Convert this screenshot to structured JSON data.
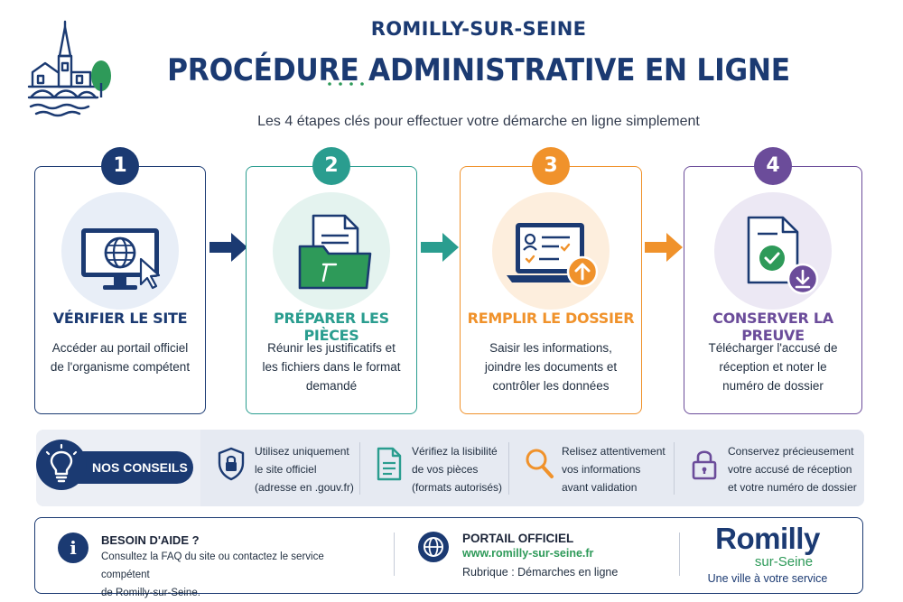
{
  "header": {
    "city": "ROMILLY-SUR-SEINE",
    "title": "PROCÉDURE ADMINISTRATIVE EN LIGNE",
    "subtitle": "Les 4 étapes clés pour effectuer votre démarche en ligne simplement"
  },
  "steps": [
    {
      "number": "1",
      "title": "VÉRIFIER LE SITE",
      "desc": [
        "Accéder au portail officiel",
        "de l'organisme compétent"
      ],
      "icon": "monitor-globe-icon",
      "color": "#1b3a72",
      "bg": "#e8eef7"
    },
    {
      "number": "2",
      "title": "PRÉPARER LES PIÈCES",
      "desc": [
        "Réunir les justificatifs et",
        "les fichiers dans le format",
        "demandé"
      ],
      "icon": "folder-document-icon",
      "color": "#2a9d8f",
      "bg": "#e4f3ef"
    },
    {
      "number": "3",
      "title": "REMPLIR LE DOSSIER",
      "desc": [
        "Saisir les informations,",
        "joindre les documents et",
        "contrôler les données"
      ],
      "icon": "laptop-form-icon",
      "color": "#f0922b",
      "bg": "#fdeedd"
    },
    {
      "number": "4",
      "title": "CONSERVER LA PREUVE",
      "desc": [
        "Télécharger l'accusé de",
        "réception et noter le",
        "numéro de dossier"
      ],
      "icon": "document-check-download-icon",
      "color": "#6b4c9a",
      "bg": "#ece8f4"
    }
  ],
  "tips": {
    "label": "NOS CONSEILS",
    "items": [
      {
        "icon": "shield-lock-icon",
        "color": "#1b3a72",
        "lines": [
          "Utilisez uniquement",
          "le site officiel",
          "(adresse en .gouv.fr)"
        ]
      },
      {
        "icon": "document-icon",
        "color": "#2a9d8f",
        "lines": [
          "Vérifiez la lisibilité",
          "de vos pièces",
          "(formats autorisés)"
        ]
      },
      {
        "icon": "magnifier-icon",
        "color": "#f0922b",
        "lines": [
          "Relisez attentivement",
          "vos informations",
          "avant validation"
        ]
      },
      {
        "icon": "padlock-icon",
        "color": "#6b4c9a",
        "lines": [
          "Conservez précieusement",
          "votre accusé de réception",
          "et votre numéro de dossier"
        ]
      }
    ]
  },
  "help": {
    "title": "BESOIN D'AIDE ?",
    "lines": [
      "Consultez la FAQ du site ou contactez le service compétent",
      "de Romilly-sur-Seine."
    ]
  },
  "portal": {
    "title": "PORTAIL OFFICIEL",
    "url": "www.romilly-sur-seine.fr",
    "rubric": "Rubrique : Démarches en ligne"
  },
  "brand": {
    "name": "Romilly",
    "sub": "sur-Seine",
    "tagline": "Une ville à votre service"
  }
}
